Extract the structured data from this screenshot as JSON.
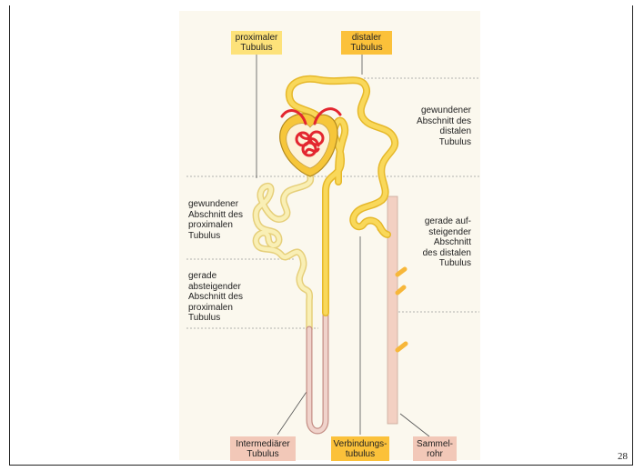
{
  "labels": {
    "proximal_tubule": "proximaler\nTubulus",
    "distal_tubule": "distaler\nTubulus",
    "convoluted_distal": "gewundener\nAbschnitt des\ndistalen\nTubulus",
    "convoluted_proximal": "gewundener\nAbschnitt des\nproximalen\nTubulus",
    "straight_ascending": "gerade auf-\nsteigender\nAbschnitt\ndes distalen\nTubulus",
    "straight_descending": "gerade\nabsteigender\nAbschnitt des\nproximalen\nTubulus",
    "intermediate_tubule": "Intermediärer\nTubulus",
    "connecting_tubule": "Verbindungs-\ntubulus",
    "collecting_duct": "Sammel-\nrohr"
  },
  "page_number": "28",
  "colors": {
    "panel": "#fbf8ee",
    "tubule_yellow": "#f7d34a",
    "tubule_pale": "#f8eaa0",
    "intermediate": "#eec9bf",
    "collecting": "#f3d0c2",
    "glomerulus": "#e3262f",
    "label_yellow": "#fde27a",
    "label_orange": "#fbc13a",
    "label_pink": "#f2c8b8"
  }
}
